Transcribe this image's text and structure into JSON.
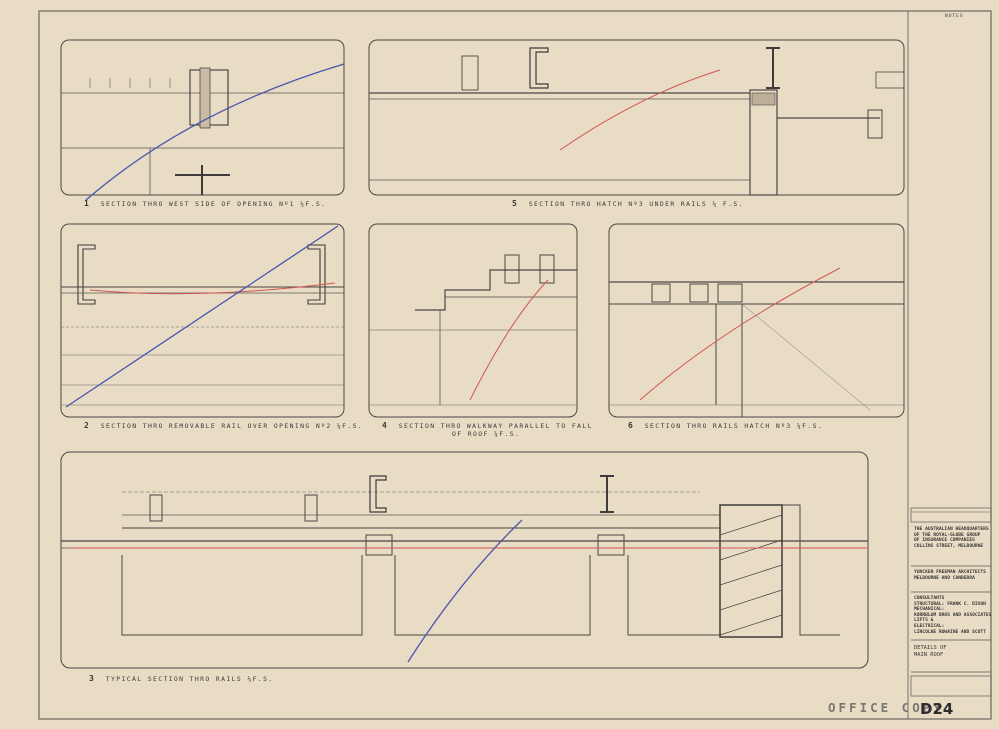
{
  "sheet": {
    "corner_note": "NOTES",
    "stamp": "OFFICE COPY",
    "drawing_number": "D24"
  },
  "details": [
    {
      "number": "1",
      "caption": "SECTION THRO WEST SIDE OF OPENING Nº1 ¼F.S."
    },
    {
      "number": "5",
      "caption": "SECTION THRO HATCH Nº3 UNDER RAILS ¼ F.S."
    },
    {
      "number": "2",
      "caption": "SECTION THRO REMOVABLE RAIL OVER OPENING Nº2 ¼F.S."
    },
    {
      "number": "4",
      "caption": "SECTION THRO WALKWAY PARALLEL TO FALL",
      "caption2": "OF ROOF ¼F.S."
    },
    {
      "number": "6",
      "caption": "SECTION THRO RAILS HATCH Nº3 ¼F.S."
    },
    {
      "number": "3",
      "caption": "TYPICAL SECTION THRO RAILS ¼F.S."
    }
  ],
  "title_block": {
    "client": [
      "THE AUSTRALIAN HEADQUARTERS",
      "OF THE ROYAL-GLOBE GROUP",
      "OF INSURANCE COMPANIES",
      "COLLINS STREET, MELBOURNE"
    ],
    "architect": [
      "YUNCKEN FREEMAN ARCHITECTS",
      "MELBOURNE AND CANBERRA"
    ],
    "consultants": [
      "CONSULTANTS",
      "STRUCTURAL: FRANK C. DIXON",
      "MECHANICAL:",
      "KORNBLUM BROS AND ASSOCIATES",
      "LIFTS &",
      "ELECTRICAL:",
      "LINCOLNE ROWAINE AND SCOTT"
    ],
    "sheet_title": [
      "DETAILS OF",
      "MAIN ROOF"
    ]
  }
}
